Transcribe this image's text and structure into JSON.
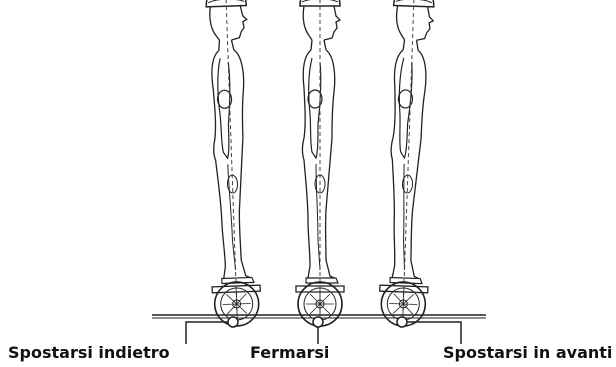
{
  "labels": {
    "backward": "Spostarsi indietro",
    "stop": "Fermarsi",
    "forward": "Spostarsi in avanti"
  },
  "colors": {
    "line": "#222222",
    "background": "#ffffff"
  }
}
